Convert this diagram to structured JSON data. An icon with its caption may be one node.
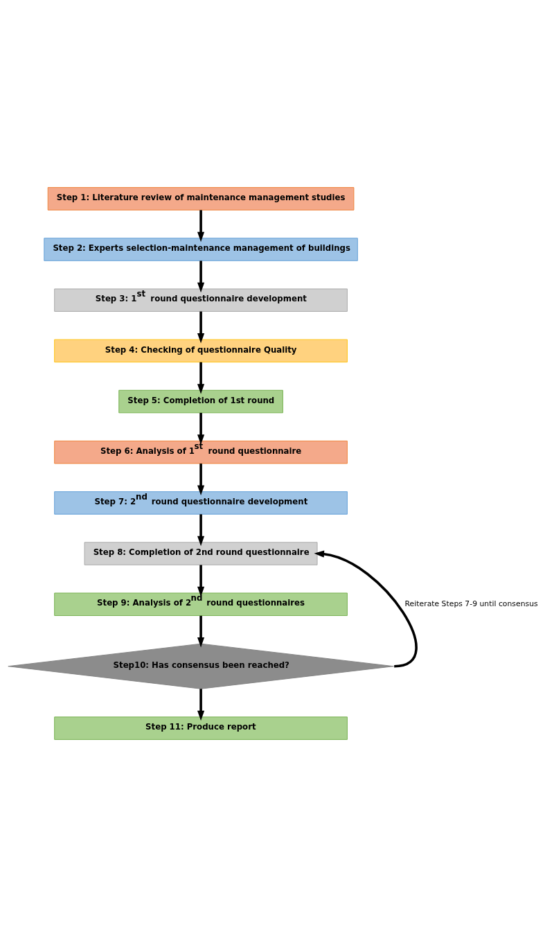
{
  "diagram": {
    "nodes": [
      {
        "text": [
          "Step 1: Literature review of maintenance management studies"
        ]
      },
      {
        "text": [
          "Step 2: Experts selection-maintenance management of buildings"
        ]
      },
      {
        "text": [
          "Step 3: 1$^{st}$ round questionnaire development"
        ]
      },
      {
        "text": [
          "Step 4: Checking of questionnaire Quality"
        ]
      },
      {
        "text": [
          "Step 5: Completion of 1st round"
        ]
      },
      {
        "text": [
          "Step 6: Analysis of 1$^{st}$ round questionnaire"
        ]
      },
      {
        "text": [
          "Step 7: 2$^{nd}$ round questionnaire development"
        ]
      },
      {
        "text": [
          "Step 8: Completion of 2nd round questionnaire"
        ]
      },
      {
        "text": [
          "Step 9: Analysis of 2$^{nd}$ round questionnaires"
        ]
      },
      {
        "text": [
          "Step10: Has consensus been reached?"
        ]
      },
      {
        "text": [
          "Step 11: Produce report"
        ]
      }
    ],
    "edges": [
      {
        "from": 0,
        "to": 1,
        "arrow": "to"
      },
      {
        "from": 1,
        "to": 2,
        "arrow": "to"
      },
      {
        "from": 2,
        "to": 3,
        "arrow": "to"
      },
      {
        "from": 3,
        "to": 4,
        "arrow": "to"
      },
      {
        "from": 4,
        "to": 5,
        "arrow": "to"
      },
      {
        "from": 5,
        "to": 6,
        "arrow": "to"
      },
      {
        "from": 6,
        "to": 7,
        "arrow": "to"
      },
      {
        "from": 7,
        "to": 8,
        "arrow": "to"
      },
      {
        "from": 8,
        "to": 9,
        "arrow": "to"
      },
      {
        "from": 9,
        "to": 10,
        "arrow": "to"
      },
      {
        "from": 9,
        "to": 7,
        "arrow": "to",
        "label": "Reiterate Steps 7-9 until consensus"
      }
    ]
  }
}
